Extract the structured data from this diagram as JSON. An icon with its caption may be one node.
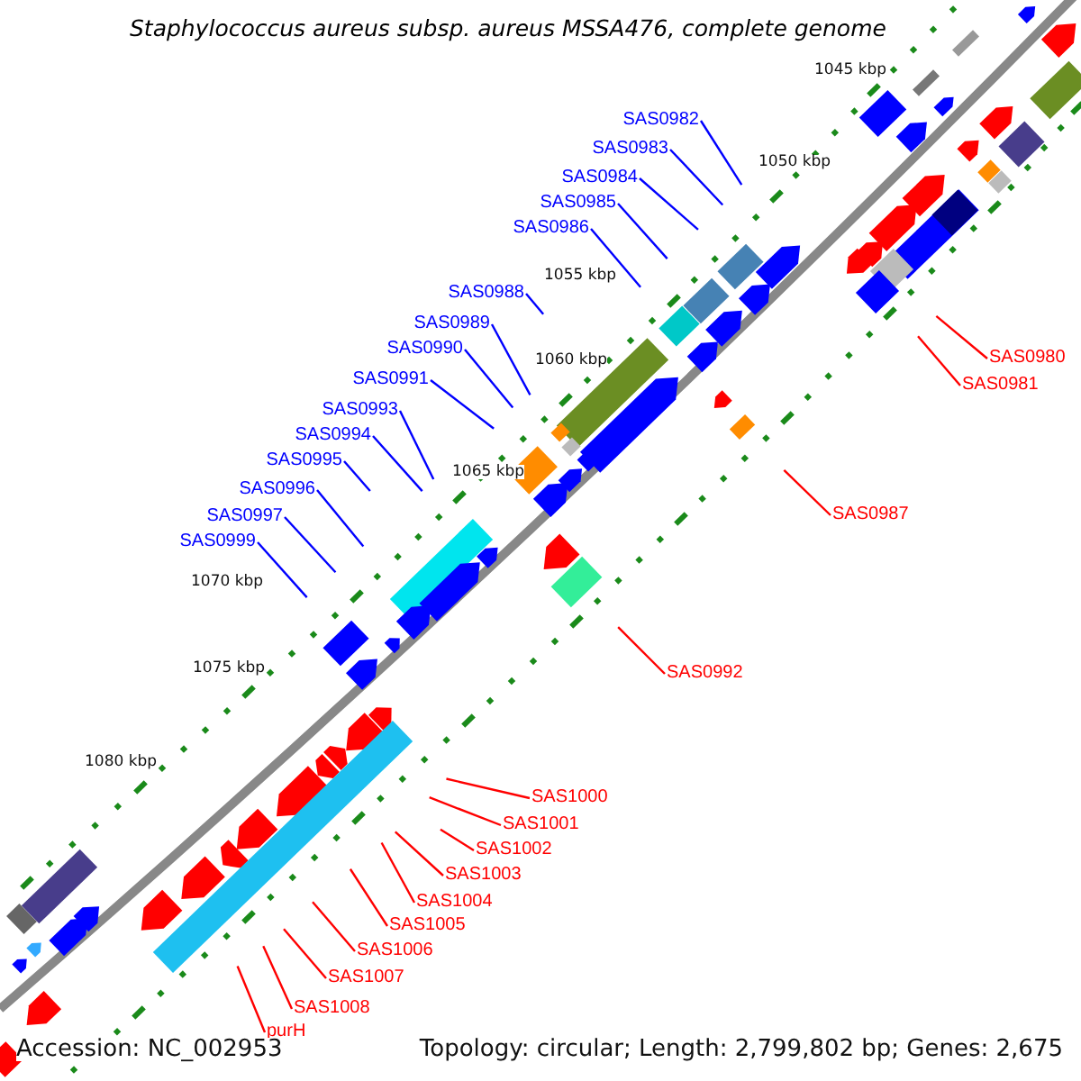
{
  "diagram": {
    "title": "Staphylococcus aureus subsp. aureus MSSA476, complete genome",
    "nodes": [
      {
        "text": [
          "SAS0982"
        ]
      },
      {
        "text": [
          "SAS0983"
        ]
      },
      {
        "text": [
          "SAS0984"
        ]
      },
      {
        "text": [
          "SAS0985"
        ]
      },
      {
        "text": [
          "SAS0986"
        ]
      },
      {
        "text": [
          "SAS0988"
        ]
      },
      {
        "text": [
          "SAS0989"
        ]
      },
      {
        "text": [
          "SAS0990"
        ]
      },
      {
        "text": [
          "SAS0991"
        ]
      },
      {
        "text": [
          "SAS0993"
        ]
      },
      {
        "text": [
          "SAS0994"
        ]
      },
      {
        "text": [
          "SAS0995"
        ]
      },
      {
        "text": [
          "SAS0996"
        ]
      },
      {
        "text": [
          "SAS0997"
        ]
      },
      {
        "text": [
          "SAS0999"
        ]
      },
      {
        "text": [
          "SAS0980"
        ]
      },
      {
        "text": [
          "SAS0981"
        ]
      },
      {
        "text": [
          "SAS0987"
        ]
      },
      {
        "text": [
          "SAS0992"
        ]
      },
      {
        "text": [
          "SAS1000"
        ]
      },
      {
        "text": [
          "SAS1001"
        ]
      },
      {
        "text": [
          "SAS1002"
        ]
      },
      {
        "text": [
          "SAS1003"
        ]
      },
      {
        "text": [
          "SAS1004"
        ]
      },
      {
        "text": [
          "SAS1005"
        ]
      },
      {
        "text": [
          "SAS1006"
        ]
      },
      {
        "text": [
          "SAS1007"
        ]
      },
      {
        "text": [
          "SAS1008"
        ]
      },
      {
        "text": [
          "purH"
        ]
      }
    ],
    "edges": [
      {
        "from": 0,
        "to": null,
        "arrow": "none"
      },
      {
        "from": 1,
        "to": null,
        "arrow": "none"
      },
      {
        "from": 2,
        "to": null,
        "arrow": "none"
      },
      {
        "from": 3,
        "to": null,
        "arrow": "none"
      },
      {
        "from": 4,
        "to": null,
        "arrow": "none"
      },
      {
        "from": 5,
        "to": null,
        "arrow": "none"
      },
      {
        "from": 6,
        "to": null,
        "arrow": "none"
      },
      {
        "from": 7,
        "to": null,
        "arrow": "none"
      },
      {
        "from": 8,
        "to": null,
        "arrow": "none"
      },
      {
        "from": 9,
        "to": null,
        "arrow": "none"
      },
      {
        "from": 10,
        "to": null,
        "arrow": "none"
      },
      {
        "from": 11,
        "to": null,
        "arrow": "none"
      },
      {
        "from": 12,
        "to": null,
        "arrow": "none"
      },
      {
        "from": 13,
        "to": null,
        "arrow": "none"
      },
      {
        "from": 14,
        "to": null,
        "arrow": "none"
      },
      {
        "from": 15,
        "to": null,
        "arrow": "none",
        "color": "#ff0000"
      },
      {
        "from": 16,
        "to": null,
        "arrow": "none",
        "color": "#ff0000"
      },
      {
        "from": 17,
        "to": null,
        "arrow": "none",
        "color": "#ff0000"
      },
      {
        "from": 18,
        "to": null,
        "arrow": "none",
        "color": "#ff0000"
      },
      {
        "from": 19,
        "to": null,
        "arrow": "none",
        "color": "#ff0000"
      },
      {
        "from": 20,
        "to": null,
        "arrow": "none",
        "color": "#ff0000"
      },
      {
        "from": 21,
        "to": null,
        "arrow": "none",
        "color": "#ff0000"
      },
      {
        "from": 22,
        "to": null,
        "arrow": "none",
        "color": "#ff0000"
      },
      {
        "from": 23,
        "to": null,
        "arrow": "none",
        "color": "#ff0000"
      },
      {
        "from": 24,
        "to": null,
        "arrow": "none",
        "color": "#ff0000"
      },
      {
        "from": 25,
        "to": null,
        "arrow": "none",
        "color": "#ff0000"
      },
      {
        "from": 26,
        "to": null,
        "arrow": "none",
        "color": "#ff0000"
      },
      {
        "from": 27,
        "to": null,
        "arrow": "none",
        "color": "#ff0000"
      },
      {
        "from": 28,
        "to": null,
        "arrow": "none",
        "color": "#ff0000"
      }
    ],
    "labels": [
      "1045 kbp",
      "1050 kbp",
      "1055 kbp",
      "1060 kbp",
      "1065 kbp",
      "1070 kbp",
      "1075 kbp",
      "1080 kbp",
      "Accession: NC_002953",
      "Topology: circular; Length: 2,799,802 bp; Genes: 2,675"
    ]
  }
}
